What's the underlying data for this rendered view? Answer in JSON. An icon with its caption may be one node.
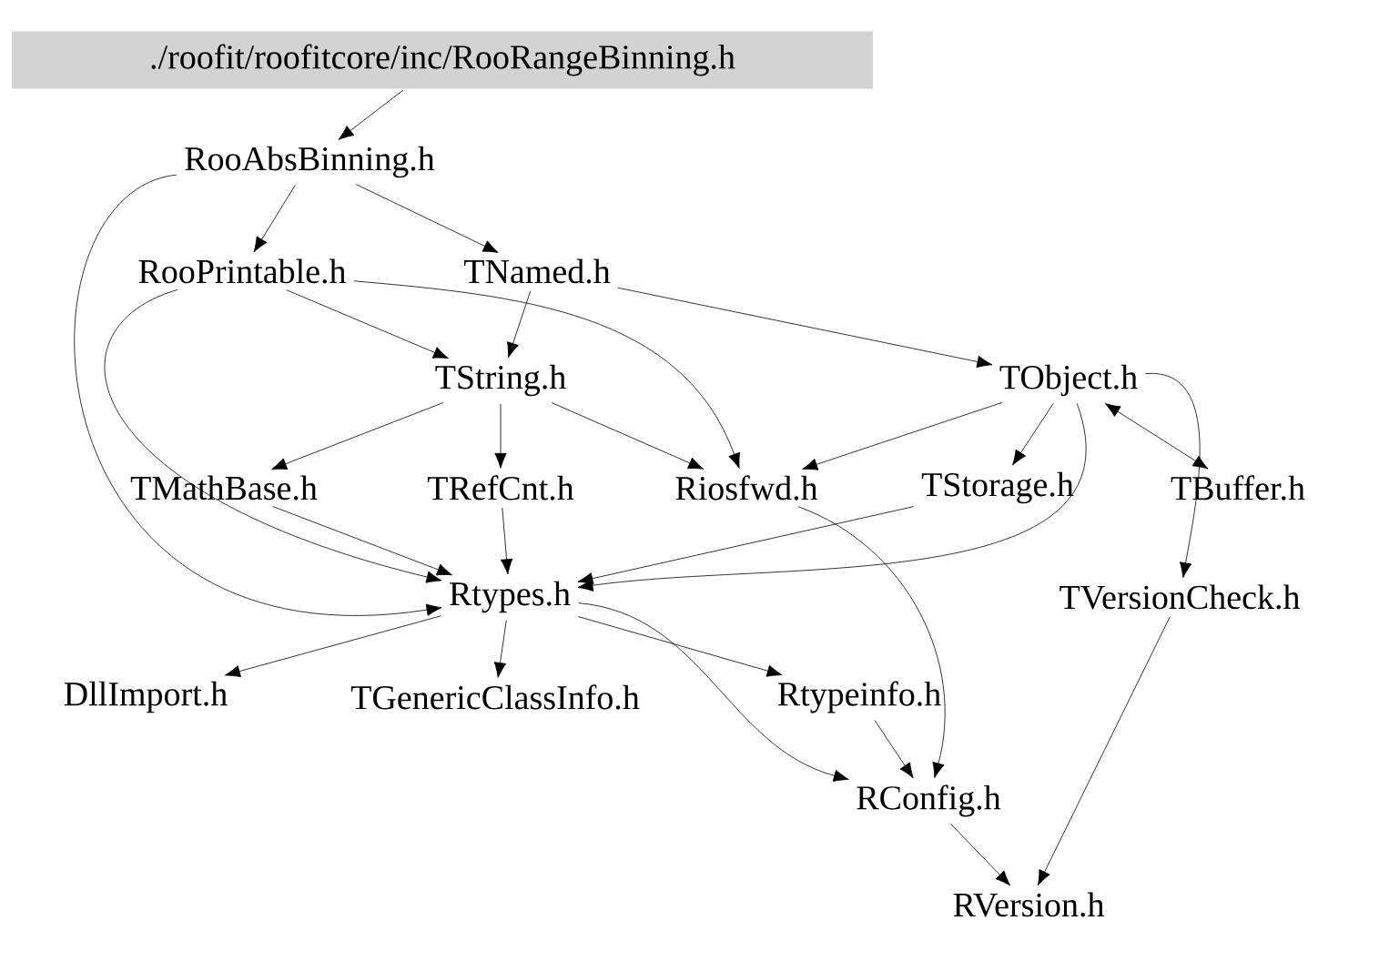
{
  "diagram": {
    "nodes": [
      {
        "text": [
          "./roofit/roofitcore/inc/RooRangeBinning.h"
        ]
      },
      {
        "text": [
          "RooAbsBinning.h"
        ]
      },
      {
        "text": [
          "RooPrintable.h"
        ]
      },
      {
        "text": [
          "TNamed.h"
        ]
      },
      {
        "text": [
          "TString.h"
        ]
      },
      {
        "text": [
          "TObject.h"
        ]
      },
      {
        "text": [
          "TMathBase.h"
        ]
      },
      {
        "text": [
          "TRefCnt.h"
        ]
      },
      {
        "text": [
          "Riosfwd.h"
        ]
      },
      {
        "text": [
          "TStorage.h"
        ]
      },
      {
        "text": [
          "TBuffer.h"
        ]
      },
      {
        "text": [
          "Rtypes.h"
        ]
      },
      {
        "text": [
          "TVersionCheck.h"
        ]
      },
      {
        "text": [
          "DllImport.h"
        ]
      },
      {
        "text": [
          "TGenericClassInfo.h"
        ]
      },
      {
        "text": [
          "Rtypeinfo.h"
        ]
      },
      {
        "text": [
          "RConfig.h"
        ]
      },
      {
        "text": [
          "RVersion.h"
        ]
      }
    ],
    "edges": [
      {
        "from": 0,
        "to": 1,
        "arrow": "to"
      },
      {
        "from": 1,
        "to": 2,
        "arrow": "to"
      },
      {
        "from": 1,
        "to": 3,
        "arrow": "to"
      },
      {
        "from": 1,
        "to": 11,
        "arrow": "to"
      },
      {
        "from": 2,
        "to": 4,
        "arrow": "to"
      },
      {
        "from": 2,
        "to": 8,
        "arrow": "to"
      },
      {
        "from": 2,
        "to": 11,
        "arrow": "to"
      },
      {
        "from": 3,
        "to": 4,
        "arrow": "to"
      },
      {
        "from": 3,
        "to": 5,
        "arrow": "to"
      },
      {
        "from": 4,
        "to": 6,
        "arrow": "to"
      },
      {
        "from": 4,
        "to": 7,
        "arrow": "to"
      },
      {
        "from": 4,
        "to": 8,
        "arrow": "to"
      },
      {
        "from": 5,
        "to": 8,
        "arrow": "to"
      },
      {
        "from": 5,
        "to": 9,
        "arrow": "to"
      },
      {
        "from": 5,
        "to": 11,
        "arrow": "to"
      },
      {
        "from": 5,
        "to": 10,
        "arrow": "both"
      },
      {
        "from": 5,
        "to": 12,
        "arrow": "to"
      },
      {
        "from": 6,
        "to": 11,
        "arrow": "to"
      },
      {
        "from": 7,
        "to": 11,
        "arrow": "to"
      },
      {
        "from": 9,
        "to": 11,
        "arrow": "to"
      },
      {
        "from": 8,
        "to": 16,
        "arrow": "to"
      },
      {
        "from": 11,
        "to": 13,
        "arrow": "to"
      },
      {
        "from": 11,
        "to": 14,
        "arrow": "to"
      },
      {
        "from": 11,
        "to": 15,
        "arrow": "to"
      },
      {
        "from": 11,
        "to": 16,
        "arrow": "to"
      },
      {
        "from": 15,
        "to": 16,
        "arrow": "to"
      },
      {
        "from": 12,
        "to": 17,
        "arrow": "to"
      },
      {
        "from": 16,
        "to": 17,
        "arrow": "to"
      }
    ]
  }
}
